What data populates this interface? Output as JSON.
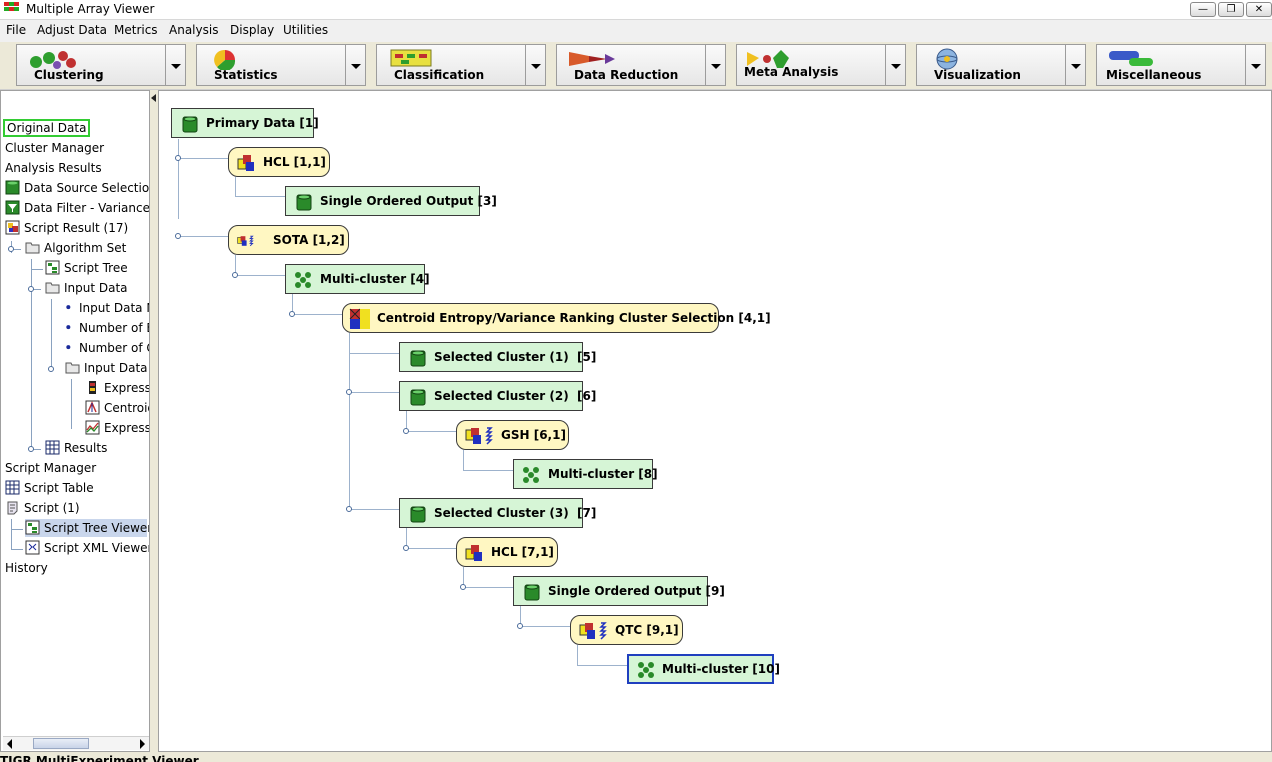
{
  "window": {
    "title": "Multiple Array Viewer",
    "buttons": {
      "minimize": "—",
      "maximize": "❐",
      "close": "✕"
    }
  },
  "menubar": {
    "items": [
      "File",
      "Adjust Data",
      "Metrics",
      "Analysis",
      "Display",
      "Utilities"
    ]
  },
  "toolbar": {
    "groups": [
      {
        "label": "Clustering",
        "icon": "clustering-icon"
      },
      {
        "label": "Statistics",
        "icon": "statistics-icon"
      },
      {
        "label": "Classification",
        "icon": "classification-icon"
      },
      {
        "label": "Data Reduction",
        "icon": "data-reduction-icon"
      },
      {
        "label": "Meta Analysis",
        "icon": "meta-analysis-icon"
      },
      {
        "label": "Visualization",
        "icon": "visualization-icon"
      },
      {
        "label": "Miscellaneous",
        "icon": "miscellaneous-icon"
      }
    ]
  },
  "navigator": {
    "items": [
      {
        "label": "Original Data",
        "icon": "",
        "state": "boxed"
      },
      {
        "label": "Cluster Manager",
        "icon": ""
      },
      {
        "label": "Analysis Results",
        "icon": ""
      },
      {
        "label": "Data Source Selection",
        "icon": "cylinder-icon"
      },
      {
        "label": "Data Filter - Variance Filter",
        "icon": "filter-icon"
      },
      {
        "label": "Script Result (17)",
        "icon": "script-result-icon"
      },
      {
        "label": "Algorithm Set",
        "icon": "folder-icon"
      },
      {
        "label": "Script Tree",
        "icon": "tree-icon"
      },
      {
        "label": "Input Data",
        "icon": "folder-icon"
      },
      {
        "label": "Input Data Nodes",
        "icon": "bullet-icon"
      },
      {
        "label": "Number of Experiments",
        "icon": "bullet-icon"
      },
      {
        "label": "Number of Genes",
        "icon": "bullet-icon"
      },
      {
        "label": "Input Data Viewers",
        "icon": "folder-icon"
      },
      {
        "label": "Expression Image",
        "icon": "expression-image-icon"
      },
      {
        "label": "Centroid Graph",
        "icon": "centroid-graph-icon"
      },
      {
        "label": "Expression Graph",
        "icon": "expression-graph-icon"
      },
      {
        "label": "Results",
        "icon": "table-icon"
      },
      {
        "label": "Script Manager",
        "icon": ""
      },
      {
        "label": "Script Table",
        "icon": "table-icon"
      },
      {
        "label": "Script (1)",
        "icon": "script-icon"
      },
      {
        "label": "Script Tree Viewer",
        "icon": "tree-icon",
        "state": "highlighted"
      },
      {
        "label": "Script XML Viewer",
        "icon": "xml-icon"
      },
      {
        "label": "History",
        "icon": ""
      }
    ]
  },
  "tree": {
    "nodes": [
      {
        "label": "Primary Data [1]",
        "kind": "data",
        "icon": "cylinder-icon"
      },
      {
        "label": "HCL [1,1]",
        "kind": "algorithm",
        "icon": "hcl-icon"
      },
      {
        "label": "Single Ordered Output [3]",
        "kind": "data",
        "icon": "cylinder-icon"
      },
      {
        "label": "SOTA [1,2]",
        "kind": "algorithm",
        "icon": "sota-icon"
      },
      {
        "label": "Multi-cluster [4]",
        "kind": "data",
        "icon": "multi-cluster-icon"
      },
      {
        "label": "Centroid Entropy/Variance Ranking Cluster Selection [4,1]",
        "kind": "algorithm",
        "icon": "cluster-selection-icon"
      },
      {
        "label": "Selected Cluster (1)  [5]",
        "kind": "data",
        "icon": "cylinder-icon"
      },
      {
        "label": "Selected Cluster (2)  [6]",
        "kind": "data",
        "icon": "cylinder-icon"
      },
      {
        "label": "GSH [6,1]",
        "kind": "algorithm",
        "icon": "gsh-icon"
      },
      {
        "label": "Multi-cluster [8]",
        "kind": "data",
        "icon": "multi-cluster-icon"
      },
      {
        "label": "Selected Cluster (3)  [7]",
        "kind": "data",
        "icon": "cylinder-icon"
      },
      {
        "label": "HCL [7,1]",
        "kind": "algorithm",
        "icon": "hcl-icon"
      },
      {
        "label": "Single Ordered Output [9]",
        "kind": "data",
        "icon": "cylinder-icon"
      },
      {
        "label": "QTC [9,1]",
        "kind": "algorithm",
        "icon": "qtc-icon"
      },
      {
        "label": "Multi-cluster [10]",
        "kind": "data",
        "icon": "multi-cluster-icon",
        "selected": true
      }
    ]
  },
  "statusbar": {
    "text": "TIGR MultiExperiment Viewer"
  },
  "colors": {
    "data_node_fill": "#d6f5d6",
    "algorithm_node_fill": "#fff7c2",
    "selected_border": "#1f3fbf",
    "original_data_box": "#33cc33",
    "highlight": "#c9d6ec"
  }
}
